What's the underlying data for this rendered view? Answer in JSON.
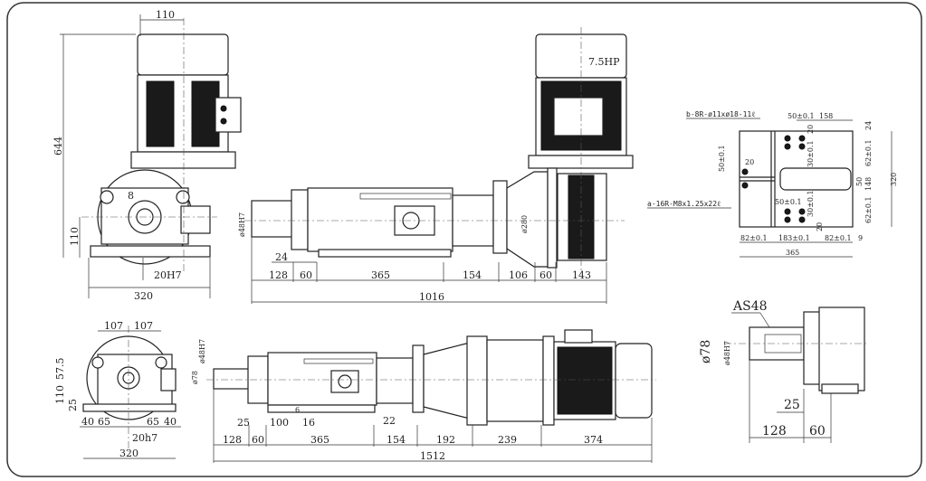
{
  "views": {
    "front_top": {
      "width_110": "110",
      "height_644": "644",
      "gear_8": "8",
      "height_110": "110",
      "key_20H7": "20H7",
      "base_320": "320"
    },
    "side_top": {
      "motor_power": "7.5HP",
      "bore_48H7": "ø48H7",
      "flange_280": "ø280",
      "offset_24": "24",
      "segments": [
        "128",
        "60",
        "365",
        "154",
        "106",
        "60",
        "143"
      ],
      "total": "1016"
    },
    "mounting_plate": {
      "note_b": "b-8R-ø11xø18-11ℓ",
      "note_a": "a-16R-M8x1.25x22ℓ",
      "dims": {
        "d50_top": "50±0.1",
        "d158": "158",
        "d20_top": "20",
        "d24": "24",
        "d62_top": "62±0.1",
        "d30_top": "30±0.1",
        "d50_left": "50±0.1",
        "d20_left": "20",
        "d50_mid": "50",
        "d148": "148",
        "d320": "320",
        "d50_bot": "50±0.1",
        "d30_bot": "30±0.1",
        "d62_bot": "62±0.1",
        "d20_bot": "20",
        "d82_left": "82±0.1",
        "d183": "183±0.1",
        "d82_right": "82±0.1",
        "d9": "9",
        "d365": "365"
      }
    },
    "front_bottom": {
      "w107_left": "107",
      "w107_right": "107",
      "h57_5": "57.5",
      "h110": "110",
      "h25": "25",
      "b40_left": "40",
      "b65_left": "65",
      "b65_right": "65",
      "b40_right": "40",
      "key_20h7": "20h7",
      "base_320": "320"
    },
    "side_bottom": {
      "bore_48H7": "ø48H7",
      "dia_78": "ø78",
      "d25": "25",
      "d100": "100",
      "d6": "6",
      "d16": "16",
      "d22": "22",
      "segments": [
        "128",
        "60",
        "365",
        "154",
        "192",
        "239",
        "374"
      ],
      "total": "1512"
    },
    "detail_as48": {
      "title": "AS48",
      "dia_78": "ø78",
      "bore_48H7": "ø48H7",
      "d25": "25",
      "d128": "128",
      "d60": "60"
    }
  }
}
